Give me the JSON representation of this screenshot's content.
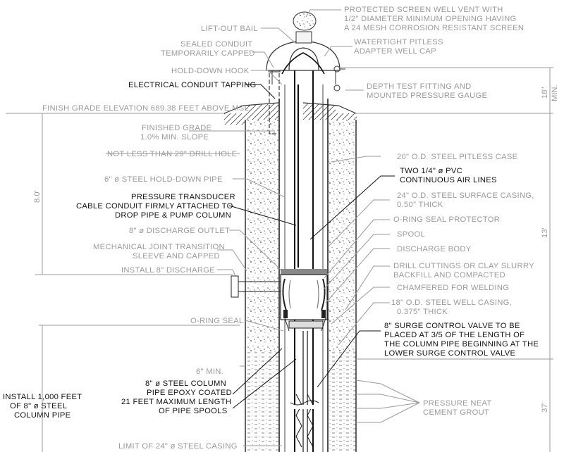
{
  "labels": {
    "protected_vent": [
      "PROTECTED SCREEN WELL VENT WITH",
      "1/2\" DIAMETER MINIMUM OPENING HAVING",
      "A 24 MESH CORROSION RESISTANT SCREEN"
    ],
    "lift_out_bail": "LIFT-OUT BAIL",
    "sealed_conduit": [
      "SEALED CONDUIT",
      "TEMPORARILY CAPPED"
    ],
    "watertight_cap": [
      "WATERTIGHT PITLESS",
      "ADAPTER WELL CAP"
    ],
    "hold_down_hook": "HOLD-DOWN HOOK",
    "electrical_conduit": "ELECTRICAL CONDUIT TAPPING",
    "depth_test": [
      "DEPTH TEST FITTING AND",
      "MOUNTED PRESSURE GAUGE"
    ],
    "finish_grade": "FINISH GRADE ELEVATION 689.38 FEET ABOVE MSL",
    "finished_grade": [
      "FINISHED GRADE",
      "1.0% MIN. SLOPE"
    ],
    "drill_hole": "NOT LESS THAN 29\" DRILL HOLE",
    "pitless_case": "20\" O.D. STEEL PITLESS CASE",
    "hold_down_pipe": "6\" ø STEEL HOLD-DOWN PIPE",
    "air_lines": [
      "TWO 1/4\" ø PVC",
      "CONTINUOUS AIR LINES"
    ],
    "transducer": [
      "PRESSURE TRANSDUCER",
      "CABLE CONDUIT FIRMLY ATTACHED TO",
      "DROP PIPE & PUMP COLUMN"
    ],
    "surface_casing": [
      "24\" O.D. STEEL SURFACE CASING,",
      "0.50\" THICK"
    ],
    "discharge_outlet": "8\" ø DISCHARGE OUTLET",
    "oring_protector": "O-RING SEAL PROTECTOR",
    "mech_joint": [
      "MECHANICAL JOINT TRANSITION",
      "SLEEVE AND CAPPED"
    ],
    "spool": "SPOOL",
    "discharge_body": "DISCHARGE BODY",
    "install_discharge": "INSTALL 8\" DISCHARGE",
    "drill_cuttings": [
      "DRILL CUTTINGS OR CLAY SLURRY",
      "BACKFILL AND COMPACTED"
    ],
    "chamfered": "CHAMFERED FOR WELDING",
    "well_casing": [
      "18\" O.D. STEEL WELL CASING,",
      "0.375\" THICK"
    ],
    "oring_seal": "O-RING SEAL",
    "surge_valve": [
      "8\" SURGE CONTROL VALVE TO BE",
      "PLACED AT 3/5 OF THE LENGTH OF",
      "THE COLUMN PIPE BEGINNING AT THE",
      "LOWER SURGE CONTROL VALVE"
    ],
    "six_min": "6\" MIN.",
    "install_feet": [
      "INSTALL 1,000 FEET",
      "OF 8\" ø STEEL",
      "COLUMN PIPE"
    ],
    "column_pipe": [
      "8\" ø STEEL COLUMN",
      "PIPE EPOXY COATED",
      "21 FEET MAXIMUM LENGTH",
      "OF PIPE SPOOLS"
    ],
    "cement_grout": [
      "PRESSURE NEAT",
      "CEMENT GROUT"
    ],
    "limit_casing": "LIMIT OF 24\" ø STEEL CASING"
  },
  "dimensions": {
    "eight_ft": "8.0'",
    "eighteen_min": [
      "18\"",
      "MIN."
    ],
    "thirteen_ft": "13'",
    "thirty_seven_ft": "37'"
  },
  "colors": {
    "line": "#9a9a9a",
    "dark": "#111111",
    "fill_light": "#d9d9d9"
  }
}
